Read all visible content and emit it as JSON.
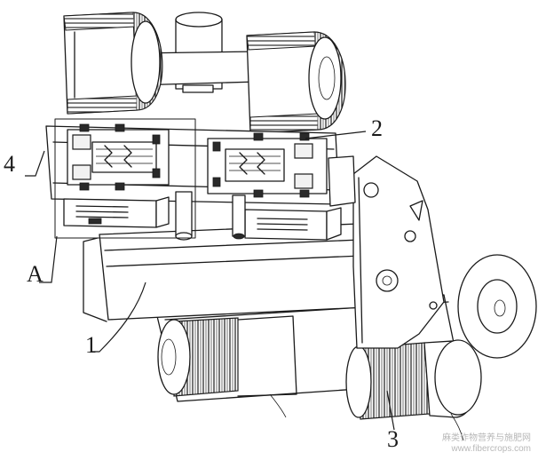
{
  "labels": [
    {
      "id": "1",
      "text": "1"
    },
    {
      "id": "2",
      "text": "2"
    },
    {
      "id": "3",
      "text": "3"
    },
    {
      "id": "4",
      "text": "4"
    },
    {
      "id": "A",
      "text": "A"
    }
  ],
  "watermark": {
    "line1": "麻类作物营养与施肥网",
    "line2": "www.fibercrops.com"
  }
}
